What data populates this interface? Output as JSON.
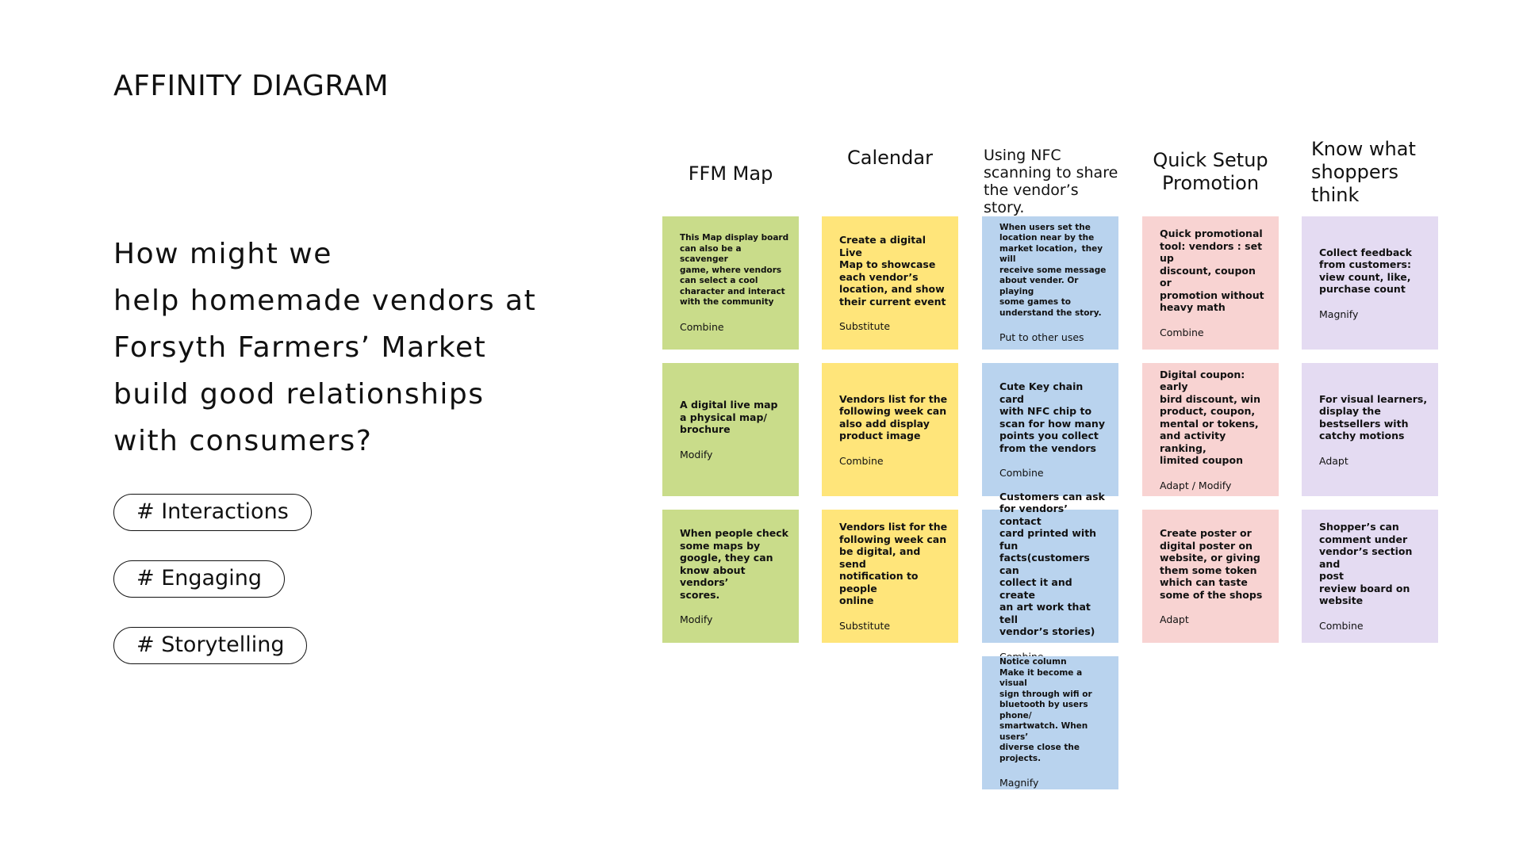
{
  "title": "AFFINITY DIAGRAM",
  "hmw_lines": [
    "How might we",
    "help homemade vendors at",
    "Forsyth Farmers’ Market",
    "build good relationships",
    "with consumers?"
  ],
  "tags": [
    "# Interactions",
    "# Engaging",
    "# Storytelling"
  ],
  "colors": {
    "green": "#c9dc8a",
    "yellow": "#ffe57a",
    "blue": "#b9d3ee",
    "pink": "#f8d3d2",
    "purple": "#e4dbf2"
  },
  "columns": [
    {
      "header": [
        "FFM Map"
      ],
      "color": "green",
      "notes": [
        {
          "lines": [
            "This Map display board",
            "can also be a scavenger",
            "game, where vendors",
            "can select a cool",
            "character and interact",
            "with the community"
          ],
          "tag": "Combine"
        },
        {
          "lines": [
            "A digital live map",
            "a physical map/",
            "brochure"
          ],
          "tag": "Modify"
        },
        {
          "lines": [
            "When people check",
            "some maps by",
            "google, they can",
            "know about vendors’",
            "scores."
          ],
          "tag": "Modify"
        }
      ]
    },
    {
      "header": [
        "Calendar"
      ],
      "color": "yellow",
      "notes": [
        {
          "lines": [
            "Create a digital Live",
            "Map to showcase",
            "each vendor’s",
            "location, and show",
            "their current event"
          ],
          "tag": "Substitute"
        },
        {
          "lines": [
            "Vendors list for the",
            "following week can",
            "also add display",
            "product image"
          ],
          "tag": "Combine"
        },
        {
          "lines": [
            "Vendors list for the",
            "following week can",
            "be digital, and send",
            "notification to people",
            "online"
          ],
          "tag": "Substitute"
        }
      ]
    },
    {
      "header": [
        "Using NFC",
        "scanning to share",
        "the vendor’s story."
      ],
      "color": "blue",
      "notes": [
        {
          "lines": [
            "When users set the",
            "location near by the",
            "market location，they will",
            "receive some message",
            "about vender. Or playing",
            "some games to",
            "understand the story."
          ],
          "tag": "Put to other uses"
        },
        {
          "lines": [
            "Cute Key chain card",
            "with NFC chip to",
            "scan for how many",
            "points you collect",
            "from the vendors"
          ],
          "tag": "Combine"
        },
        {
          "lines": [
            "Customers can ask",
            "for vendors’ contact",
            "card printed with fun",
            "facts(customers can",
            "collect it and create",
            "an art work that tell",
            "vendor’s stories)"
          ],
          "tag": "Combine"
        },
        {
          "lines": [
            "Notice column",
            "Make it become a visual",
            "sign through wifi or",
            "bluetooth by users phone/",
            "smartwatch. When users’",
            "diverse close the projects."
          ],
          "tag": "Magnify"
        }
      ]
    },
    {
      "header": [
        "Quick Setup",
        "Promotion"
      ],
      "color": "pink",
      "notes": [
        {
          "lines": [
            "Quick promotional",
            "tool: vendors : set up",
            "discount, coupon or",
            "promotion without",
            "heavy math"
          ],
          "tag": "Combine"
        },
        {
          "lines": [
            "Digital coupon: early",
            "bird discount, win",
            "product, coupon,",
            "mental or tokens,",
            "and activity ranking,",
            "limited coupon"
          ],
          "tag": "Adapt / Modify"
        },
        {
          "lines": [
            "Create poster or",
            "digital poster on",
            "website, or giving",
            "them some token",
            "which can taste",
            "some of the shops"
          ],
          "tag": "Adapt"
        }
      ]
    },
    {
      "header": [
        "Know what",
        "shoppers",
        "think"
      ],
      "color": "purple",
      "notes": [
        {
          "lines": [
            "Collect feedback",
            "from customers:",
            "view count, like,",
            "purchase count"
          ],
          "tag": "Magnify"
        },
        {
          "lines": [
            "For visual learners,",
            "display the",
            "bestsellers with",
            "catchy motions"
          ],
          "tag": "Adapt"
        },
        {
          "lines": [
            "Shopper’s can",
            "comment under",
            "vendor’s section and",
            "post",
            "review board on",
            "website"
          ],
          "tag": "Combine"
        }
      ]
    }
  ]
}
